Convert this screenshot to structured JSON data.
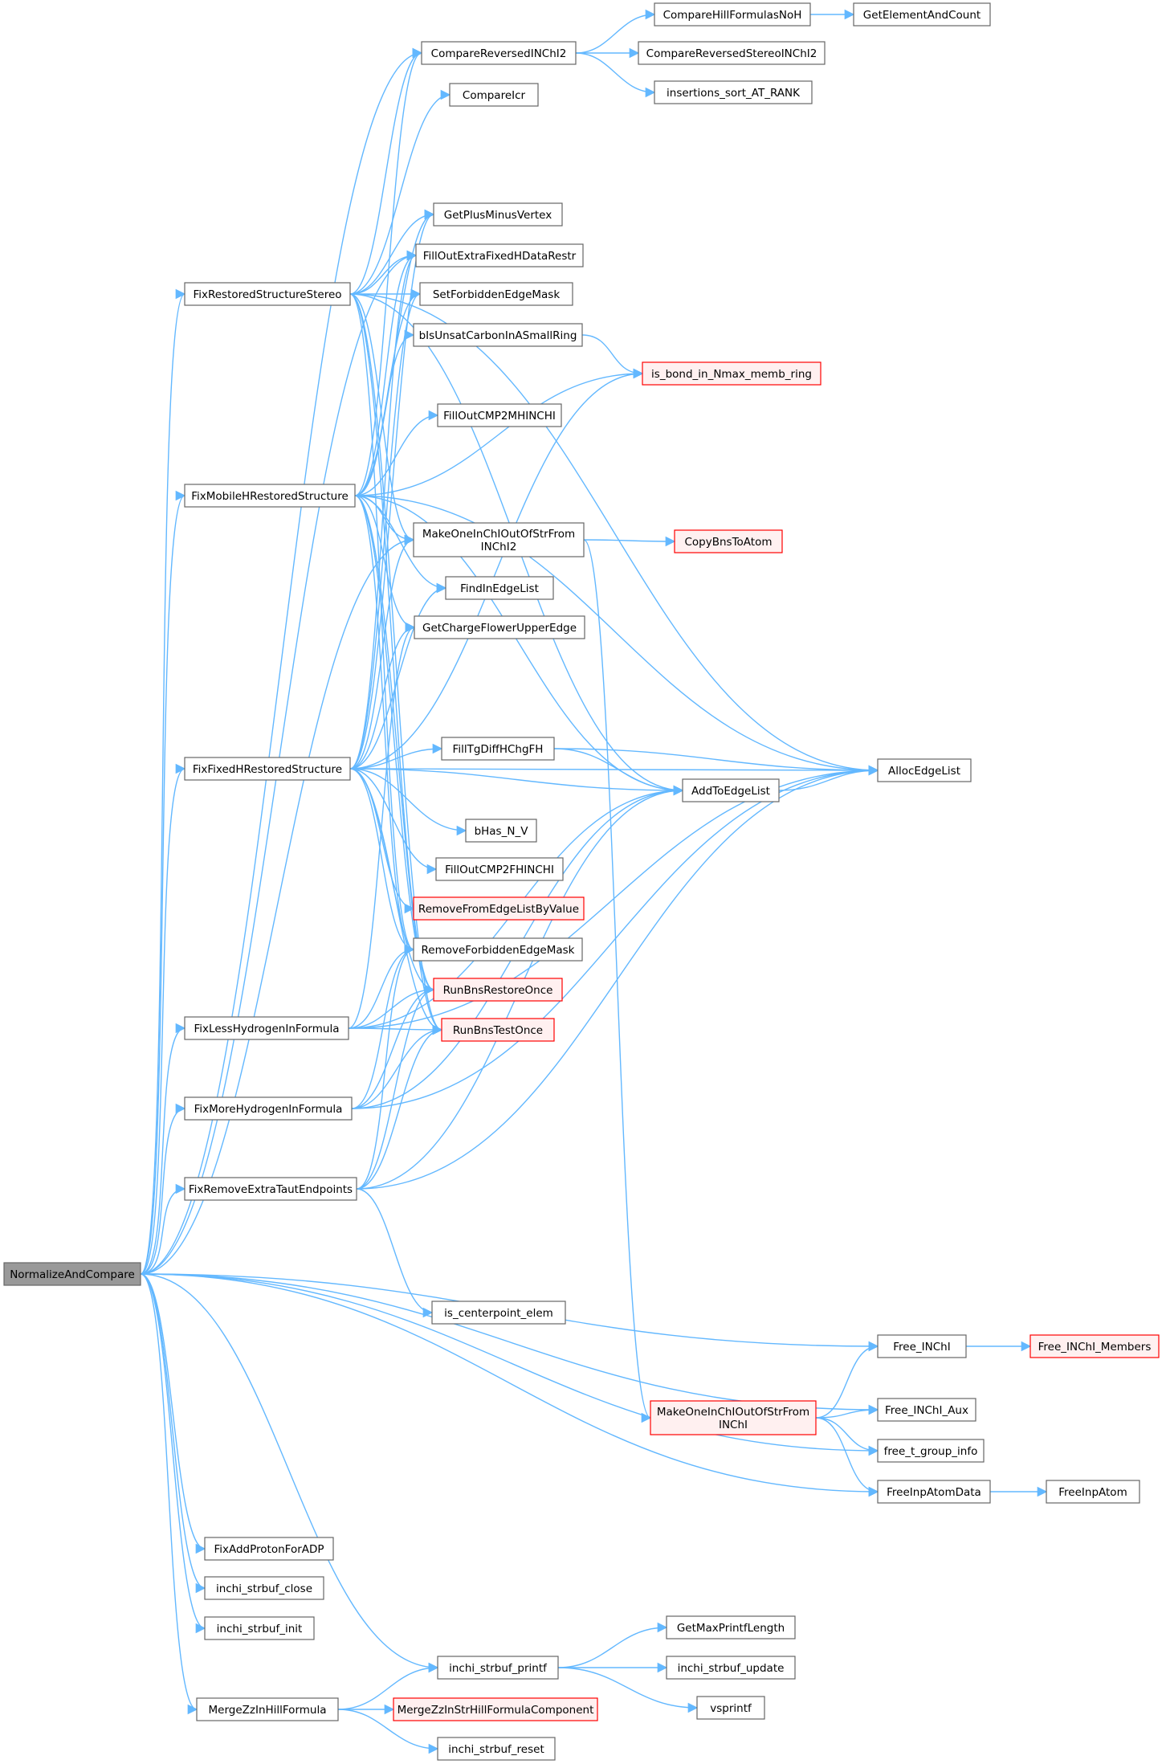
{
  "colors": {
    "edge": "#63b8ff",
    "node_border": "#666666",
    "node_fill": "#ffffff",
    "highlight_border": "#ff0000",
    "highlight_fill": "#fff0f0",
    "root_fill": "#999999"
  },
  "nodes": [
    {
      "id": "root",
      "lines": [
        "NormalizeAndCompare"
      ],
      "style": "root"
    },
    {
      "id": "fixRestoredStereo",
      "lines": [
        "FixRestoredStructureStereo"
      ]
    },
    {
      "id": "fixMobileH",
      "lines": [
        "FixMobileHRestoredStructure"
      ]
    },
    {
      "id": "fixFixedH",
      "lines": [
        "FixFixedHRestoredStructure"
      ]
    },
    {
      "id": "fixLessH",
      "lines": [
        "FixLessHydrogenInFormula"
      ]
    },
    {
      "id": "fixMoreH",
      "lines": [
        "FixMoreHydrogenInFormula"
      ]
    },
    {
      "id": "fixRemoveTaut",
      "lines": [
        "FixRemoveExtraTautEndpoints"
      ]
    },
    {
      "id": "fixAddProton",
      "lines": [
        "FixAddProtonForADP"
      ]
    },
    {
      "id": "strbufClose",
      "lines": [
        "inchi_strbuf_close"
      ]
    },
    {
      "id": "strbufInit",
      "lines": [
        "inchi_strbuf_init"
      ]
    },
    {
      "id": "mergeZz",
      "lines": [
        "MergeZzInHillFormula"
      ]
    },
    {
      "id": "compareRev",
      "lines": [
        "CompareReversedINChI2"
      ]
    },
    {
      "id": "compareHill",
      "lines": [
        "CompareHillFormulasNoH"
      ]
    },
    {
      "id": "getElemCount",
      "lines": [
        "GetElementAndCount"
      ]
    },
    {
      "id": "compareRevStereo",
      "lines": [
        "CompareReversedStereoINChI2"
      ]
    },
    {
      "id": "insertionsSort",
      "lines": [
        "insertions_sort_AT_RANK"
      ]
    },
    {
      "id": "compareIcr",
      "lines": [
        "CompareIcr"
      ]
    },
    {
      "id": "getPlusMinus",
      "lines": [
        "GetPlusMinusVertex"
      ]
    },
    {
      "id": "fillOutExtra",
      "lines": [
        "FillOutExtraFixedHDataRestr"
      ]
    },
    {
      "id": "setForbidden",
      "lines": [
        "SetForbiddenEdgeMask"
      ]
    },
    {
      "id": "bIsUnsat",
      "lines": [
        "bIsUnsatCarbonInASmallRing"
      ]
    },
    {
      "id": "isBondRing",
      "lines": [
        "is_bond_in_Nmax_memb_ring"
      ],
      "style": "red"
    },
    {
      "id": "fillCMP2M",
      "lines": [
        "FillOutCMP2MHINCHI"
      ]
    },
    {
      "id": "makeOne2",
      "lines": [
        "MakeOneInChIOutOfStrFrom",
        "INChI2"
      ]
    },
    {
      "id": "copyBns",
      "lines": [
        "CopyBnsToAtom"
      ],
      "style": "red"
    },
    {
      "id": "findInEdge",
      "lines": [
        "FindInEdgeList"
      ]
    },
    {
      "id": "getChargeFlower",
      "lines": [
        "GetChargeFlowerUpperEdge"
      ]
    },
    {
      "id": "fillTgDiff",
      "lines": [
        "FillTgDiffHChgFH"
      ]
    },
    {
      "id": "allocEdge",
      "lines": [
        "AllocEdgeList"
      ]
    },
    {
      "id": "addToEdge",
      "lines": [
        "AddToEdgeList"
      ]
    },
    {
      "id": "bHasNV",
      "lines": [
        "bHas_N_V"
      ]
    },
    {
      "id": "fillCMP2F",
      "lines": [
        "FillOutCMP2FHINCHI"
      ]
    },
    {
      "id": "removeFromEdge",
      "lines": [
        "RemoveFromEdgeListByValue"
      ],
      "style": "red"
    },
    {
      "id": "removeForbidden",
      "lines": [
        "RemoveForbiddenEdgeMask"
      ]
    },
    {
      "id": "runBnsRestore",
      "lines": [
        "RunBnsRestoreOnce"
      ],
      "style": "red"
    },
    {
      "id": "runBnsTest",
      "lines": [
        "RunBnsTestOnce"
      ],
      "style": "red"
    },
    {
      "id": "isCenterpoint",
      "lines": [
        "is_centerpoint_elem"
      ]
    },
    {
      "id": "freeINChI",
      "lines": [
        "Free_INChI"
      ]
    },
    {
      "id": "freeINChIMembers",
      "lines": [
        "Free_INChI_Members"
      ],
      "style": "red"
    },
    {
      "id": "makeOne",
      "lines": [
        "MakeOneInChIOutOfStrFrom",
        "INChI"
      ],
      "style": "red"
    },
    {
      "id": "freeINChIAux",
      "lines": [
        "Free_INChI_Aux"
      ]
    },
    {
      "id": "freeTGroup",
      "lines": [
        "free_t_group_info"
      ]
    },
    {
      "id": "freeInpAtomData",
      "lines": [
        "FreeInpAtomData"
      ]
    },
    {
      "id": "freeInpAtom",
      "lines": [
        "FreeInpAtom"
      ]
    },
    {
      "id": "getMaxPrintf",
      "lines": [
        "GetMaxPrintfLength"
      ]
    },
    {
      "id": "strbufPrintf",
      "lines": [
        "inchi_strbuf_printf"
      ]
    },
    {
      "id": "strbufUpdate",
      "lines": [
        "inchi_strbuf_update"
      ]
    },
    {
      "id": "vsprintf",
      "lines": [
        "vsprintf"
      ]
    },
    {
      "id": "mergeZzComp",
      "lines": [
        "MergeZzInStrHillFormulaComponent"
      ],
      "style": "red"
    },
    {
      "id": "strbufReset",
      "lines": [
        "inchi_strbuf_reset"
      ]
    }
  ],
  "edges": [
    [
      "root",
      "compareRev"
    ],
    [
      "root",
      "fixRestoredStereo"
    ],
    [
      "root",
      "fixMobileH"
    ],
    [
      "root",
      "fixFixedH"
    ],
    [
      "root",
      "fixLessH"
    ],
    [
      "root",
      "fixMoreH"
    ],
    [
      "root",
      "fixRemoveTaut"
    ],
    [
      "root",
      "fixAddProton"
    ],
    [
      "root",
      "strbufClose"
    ],
    [
      "root",
      "strbufInit"
    ],
    [
      "root",
      "strbufPrintf"
    ],
    [
      "root",
      "mergeZz"
    ],
    [
      "root",
      "freeINChI"
    ],
    [
      "root",
      "freeINChIAux"
    ],
    [
      "root",
      "freeTGroup"
    ],
    [
      "root",
      "freeInpAtomData"
    ],
    [
      "root",
      "makeOne2"
    ],
    [
      "root",
      "fillOutExtra"
    ],
    [
      "compareRev",
      "compareHill"
    ],
    [
      "compareRev",
      "compareRevStereo"
    ],
    [
      "compareRev",
      "insertionsSort"
    ],
    [
      "compareHill",
      "getElemCount"
    ],
    [
      "fixRestoredStereo",
      "compareRev"
    ],
    [
      "fixRestoredStereo",
      "compareIcr"
    ],
    [
      "fixRestoredStereo",
      "getPlusMinus"
    ],
    [
      "fixRestoredStereo",
      "fillOutExtra"
    ],
    [
      "fixRestoredStereo",
      "setForbidden"
    ],
    [
      "fixRestoredStereo",
      "allocEdge"
    ],
    [
      "fixRestoredStereo",
      "addToEdge"
    ],
    [
      "fixRestoredStereo",
      "makeOne2"
    ],
    [
      "fixRestoredStereo",
      "removeForbidden"
    ],
    [
      "fixRestoredStereo",
      "runBnsRestore"
    ],
    [
      "fixRestoredStereo",
      "runBnsTest"
    ],
    [
      "fixMobileH",
      "compareRev"
    ],
    [
      "fixMobileH",
      "getPlusMinus"
    ],
    [
      "fixMobileH",
      "fillOutExtra"
    ],
    [
      "fixMobileH",
      "setForbidden"
    ],
    [
      "fixMobileH",
      "bIsUnsat"
    ],
    [
      "fixMobileH",
      "isBondRing"
    ],
    [
      "fixMobileH",
      "fillCMP2M"
    ],
    [
      "fixMobileH",
      "makeOne2"
    ],
    [
      "fixMobileH",
      "findInEdge"
    ],
    [
      "fixMobileH",
      "getChargeFlower"
    ],
    [
      "fixMobileH",
      "allocEdge"
    ],
    [
      "fixMobileH",
      "addToEdge"
    ],
    [
      "fixMobileH",
      "removeForbidden"
    ],
    [
      "fixMobileH",
      "runBnsRestore"
    ],
    [
      "fixMobileH",
      "runBnsTest"
    ],
    [
      "fixFixedH",
      "getPlusMinus"
    ],
    [
      "fixFixedH",
      "fillOutExtra"
    ],
    [
      "fixFixedH",
      "setForbidden"
    ],
    [
      "fixFixedH",
      "isBondRing"
    ],
    [
      "fixFixedH",
      "makeOne2"
    ],
    [
      "fixFixedH",
      "findInEdge"
    ],
    [
      "fixFixedH",
      "getChargeFlower"
    ],
    [
      "fixFixedH",
      "fillTgDiff"
    ],
    [
      "fixFixedH",
      "allocEdge"
    ],
    [
      "fixFixedH",
      "addToEdge"
    ],
    [
      "fixFixedH",
      "bHasNV"
    ],
    [
      "fixFixedH",
      "fillCMP2F"
    ],
    [
      "fixFixedH",
      "removeFromEdge"
    ],
    [
      "fixFixedH",
      "removeForbidden"
    ],
    [
      "fixFixedH",
      "runBnsRestore"
    ],
    [
      "fixFixedH",
      "runBnsTest"
    ],
    [
      "bIsUnsat",
      "isBondRing"
    ],
    [
      "makeOne2",
      "copyBns"
    ],
    [
      "makeOne2",
      "makeOne"
    ],
    [
      "fillTgDiff",
      "addToEdge"
    ],
    [
      "fillTgDiff",
      "allocEdge"
    ],
    [
      "addToEdge",
      "allocEdge"
    ],
    [
      "fixLessH",
      "getChargeFlower"
    ],
    [
      "fixLessH",
      "removeForbidden"
    ],
    [
      "fixLessH",
      "runBnsRestore"
    ],
    [
      "fixLessH",
      "runBnsTest"
    ],
    [
      "fixLessH",
      "addToEdge"
    ],
    [
      "fixLessH",
      "allocEdge"
    ],
    [
      "fixMoreH",
      "removeForbidden"
    ],
    [
      "fixMoreH",
      "runBnsRestore"
    ],
    [
      "fixMoreH",
      "runBnsTest"
    ],
    [
      "fixMoreH",
      "addToEdge"
    ],
    [
      "fixMoreH",
      "allocEdge"
    ],
    [
      "fixRemoveTaut",
      "removeForbidden"
    ],
    [
      "fixRemoveTaut",
      "runBnsRestore"
    ],
    [
      "fixRemoveTaut",
      "runBnsTest"
    ],
    [
      "fixRemoveTaut",
      "addToEdge"
    ],
    [
      "fixRemoveTaut",
      "allocEdge"
    ],
    [
      "fixRemoveTaut",
      "isCenterpoint"
    ],
    [
      "freeINChI",
      "freeINChIMembers"
    ],
    [
      "makeOne",
      "freeINChI"
    ],
    [
      "makeOne",
      "freeINChIAux"
    ],
    [
      "makeOne",
      "freeTGroup"
    ],
    [
      "makeOne",
      "freeInpAtomData"
    ],
    [
      "freeInpAtomData",
      "freeInpAtom"
    ],
    [
      "strbufPrintf",
      "getMaxPrintf"
    ],
    [
      "strbufPrintf",
      "strbufUpdate"
    ],
    [
      "strbufPrintf",
      "vsprintf"
    ],
    [
      "mergeZz",
      "strbufPrintf"
    ],
    [
      "mergeZz",
      "mergeZzComp"
    ],
    [
      "mergeZz",
      "strbufReset"
    ]
  ]
}
